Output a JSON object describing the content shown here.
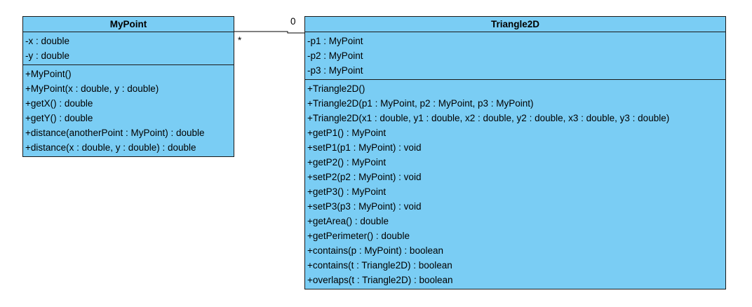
{
  "diagram": {
    "classes": [
      {
        "name": "MyPoint",
        "attributes": [
          "-x : double",
          "-y : double"
        ],
        "operations": [
          "+MyPoint()",
          "+MyPoint(x : double, y : double)",
          "+getX() : double",
          "+getY() : double",
          "+distance(anotherPoint : MyPoint) : double",
          "+distance(x : double, y : double) : double"
        ]
      },
      {
        "name": "Triangle2D",
        "attributes": [
          "-p1 : MyPoint",
          "-p2 : MyPoint",
          "-p3 : MyPoint"
        ],
        "operations": [
          "+Triangle2D()",
          "+Triangle2D(p1 : MyPoint, p2 : MyPoint, p3 : MyPoint)",
          "+Triangle2D(x1 : double, y1 : double, x2 : double, y2 : double, x3 : double, y3 : double)",
          "+getP1() : MyPoint",
          "+setP1(p1 : MyPoint) : void",
          "+getP2() : MyPoint",
          "+setP2(p2 : MyPoint) : void",
          "+getP3() : MyPoint",
          "+setP3(p3 : MyPoint) : void",
          "+getArea() : double",
          "+getPerimeter() : double",
          "+contains(p : MyPoint) : boolean",
          "+contains(t : Triangle2D) : boolean",
          "+overlaps(t : Triangle2D) : boolean"
        ]
      }
    ],
    "association": {
      "from_multiplicity": "*",
      "to_multiplicity": "0"
    },
    "colors": {
      "class_fill": "#7acdf4",
      "border": "#1a1a1a",
      "line": "#000000"
    }
  }
}
